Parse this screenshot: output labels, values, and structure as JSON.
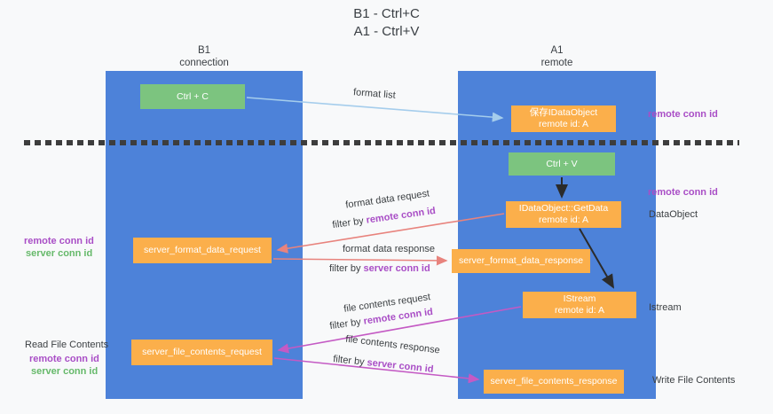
{
  "title": {
    "line1": "B1 - Ctrl+C",
    "line2": "A1 - Ctrl+V"
  },
  "columns": {
    "left": {
      "header_line1": "B1",
      "header_line2": "connection"
    },
    "right": {
      "header_line1": "A1",
      "header_line2": "remote"
    }
  },
  "boxes": {
    "ctrl_c": "Ctrl + C",
    "ctrl_v": "Ctrl + V",
    "save_idataobject": {
      "line1": "保存IDataObject",
      "line2": "remote id: A"
    },
    "getdata": {
      "line1": "IDataObject::GetData",
      "line2": "remote id: A"
    },
    "istream": {
      "line1": "IStream",
      "line2": "remote id: A"
    },
    "format_request": "server_format_data_request",
    "format_response": "server_format_data_response",
    "file_request": "server_file_contents_request",
    "file_response": "server_file_contents_response"
  },
  "arrow_labels": {
    "format_list": "format list",
    "format_data_request": "format data request",
    "format_data_response": "format data response",
    "file_contents_request": "file contents request",
    "file_contents_response": "file contents response",
    "filter_by": "filter by ",
    "remote_conn_id": "remote conn id",
    "server_conn_id": "server conn id"
  },
  "side_labels": {
    "remote_conn_id_top_right": "remote conn id",
    "remote_conn_id_mid_right": "remote conn id",
    "dataobject": "DataObject",
    "istream": "Istream",
    "write_file_contents": "Write File Contents",
    "read_file_contents": "Read File Contents",
    "remote_conn_id_left_mid": "remote conn id",
    "server_conn_id_left_mid": "server conn id",
    "remote_conn_id_left_bottom": "remote conn id",
    "server_conn_id_left_bottom": "server conn id"
  },
  "colors": {
    "column_blue": "#4d82d9",
    "box_green": "#7cc47f",
    "box_orange": "#fbaf4b",
    "purple_text": "#a94ec6",
    "green_text": "#66b96a",
    "salmon_arrow": "#e8837d",
    "magenta_arrow": "#c45ac4",
    "blue_arrow": "#a5cdec",
    "black_arrow": "#2b2b2b",
    "dash": "#3d3d3d",
    "background": "#f8f9fa",
    "text_dark": "#3c4043"
  }
}
